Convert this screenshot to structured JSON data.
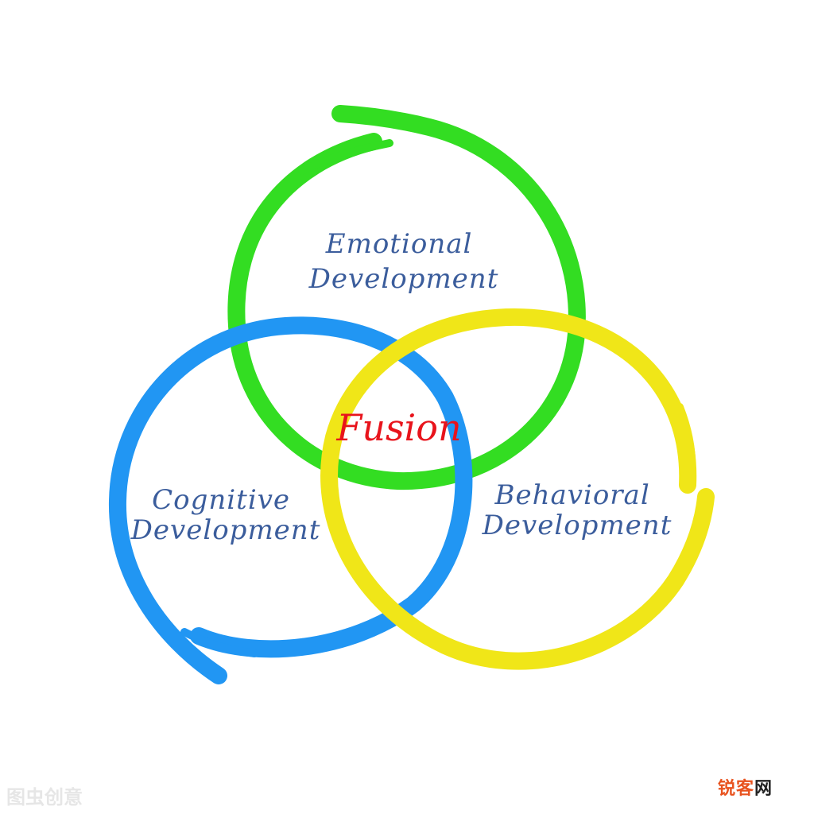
{
  "diagram": {
    "circles": [
      {
        "id": "emotional",
        "label_lines": [
          "Emotional",
          "Development"
        ],
        "color": "#33dd22"
      },
      {
        "id": "cognitive",
        "label_lines": [
          "Cognitive",
          "Development"
        ],
        "color": "#2196f3"
      },
      {
        "id": "behavioral",
        "label_lines": [
          "Behavioral",
          "Development"
        ],
        "color": "#f0e618"
      }
    ],
    "center_label": "Fusion",
    "center_color": "#e8141c",
    "label_color": "#3b5d9c"
  },
  "watermarks": {
    "left_text": "图虫创意",
    "right_accent": "锐客",
    "right_rest": "网"
  }
}
